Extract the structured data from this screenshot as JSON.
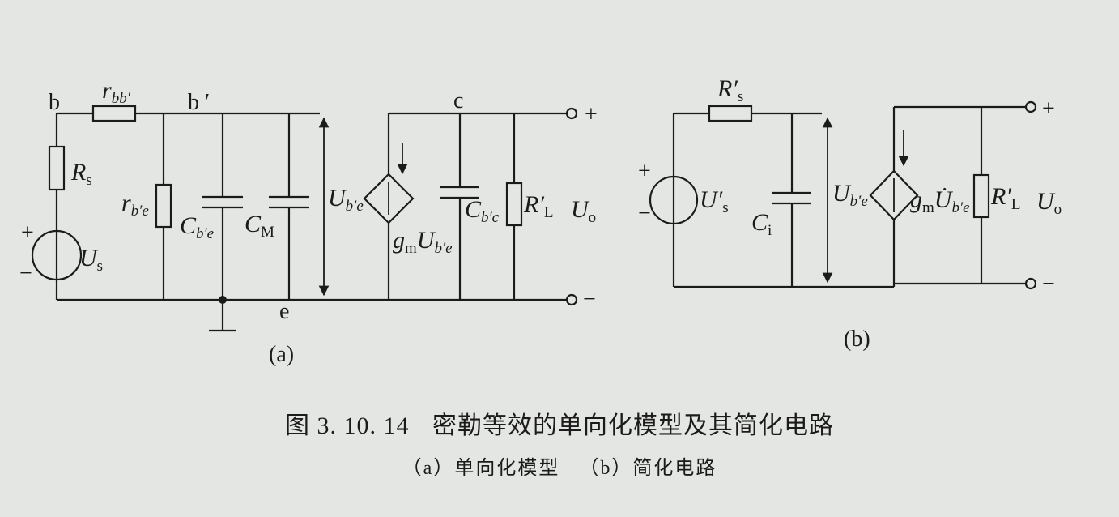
{
  "figure": {
    "number": "图 3. 10. 14",
    "title": "密勒等效的单向化模型及其简化电路",
    "subcaption_a": "（a）单向化模型",
    "subcaption_b": "（b）简化电路"
  },
  "circuit_a": {
    "panel_label": "(a)",
    "nodes": {
      "b": "b",
      "b_prime": "b ′",
      "c": "c",
      "e": "e"
    },
    "terminals": {
      "plus": "+",
      "minus": "−"
    },
    "source_polarity": {
      "plus": "+",
      "minus": "−"
    },
    "components": {
      "Rs": {
        "main": "R",
        "sub": "s"
      },
      "Us": {
        "main": "U",
        "sub": "s"
      },
      "rbb": {
        "main": "r",
        "sub": "bb′"
      },
      "rbe": {
        "main": "r",
        "sub": "b′e"
      },
      "Cbe": {
        "main": "C",
        "sub": "b′e"
      },
      "CM": {
        "main": "C",
        "sub": "M"
      },
      "Ube": {
        "main": "U",
        "sub": "b′e"
      },
      "gm": {
        "main": "g",
        "sub1": "m",
        "main2": "U",
        "sub2": "b′e"
      },
      "Cbc": {
        "main": "C",
        "sub": "b′c"
      },
      "RL": {
        "main": "R′",
        "sub": "L"
      },
      "Uo": {
        "main": "U",
        "sub": "o"
      }
    }
  },
  "circuit_b": {
    "panel_label": "(b)",
    "terminals": {
      "plus": "+",
      "minus": "−"
    },
    "source_polarity": {
      "plus": "+",
      "minus": "−"
    },
    "components": {
      "Rs": {
        "main": "R′",
        "sub": "s"
      },
      "Us": {
        "main": "U′",
        "sub": "s"
      },
      "Ci": {
        "main": "C",
        "sub": "i"
      },
      "Ube": {
        "main": "U",
        "sub": "b′e"
      },
      "gm": {
        "main": "g",
        "sub1": "m",
        "main2": "U̇",
        "sub2": "b′e"
      },
      "RL": {
        "main": "R′",
        "sub": "L"
      },
      "Uo": {
        "main": "U",
        "sub": "o"
      }
    }
  }
}
